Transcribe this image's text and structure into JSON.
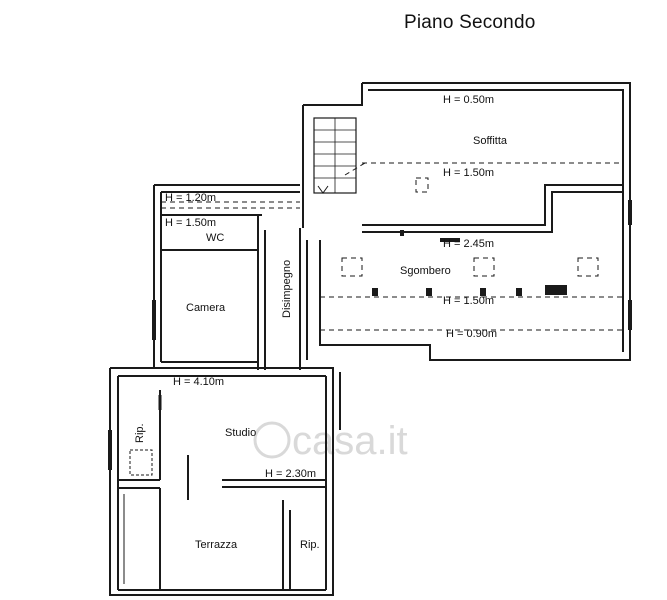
{
  "title": "Piano Secondo",
  "watermark": "casa.it",
  "rooms": {
    "soffitta": "Soffitta",
    "sgombero": "Sgombero",
    "wc": "WC",
    "camera": "Camera",
    "disimpegno": "Disimpegno",
    "studio": "Studio",
    "terrazza": "Terrazza",
    "rip_left": "Rip.",
    "rip_right": "Rip."
  },
  "heights": {
    "h_050": "H = 0.50m",
    "h_150_top": "H = 1.50m",
    "h_245": "H = 2.45m",
    "h_150_bottom": "H = 1.50m",
    "h_090": "H = 0.90m",
    "h_120": "H = 1.20m",
    "h_150_wc": "H = 1.50m",
    "h_410": "H = 4.10m",
    "h_230": "H = 2.30m"
  },
  "colors": {
    "wall": "#1a1a1a",
    "background": "#ffffff",
    "watermark": "#d9d9d9"
  }
}
